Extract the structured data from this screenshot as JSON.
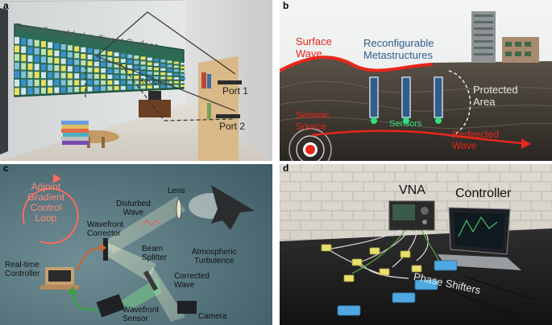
{
  "panels": {
    "a": {
      "label": "a",
      "wall_text": "Reconfigurable Intelligent Surface",
      "receiver": "Receiver",
      "port1": "Port 1",
      "port2": "Port 2"
    },
    "b": {
      "label": "b",
      "surface_wave": [
        "Surface",
        "Wave"
      ],
      "metastructures": [
        "Reconfigurable",
        "Metastructures"
      ],
      "protected_area": [
        "Protected",
        "Area"
      ],
      "seismic_source": [
        "Seismic",
        "Source"
      ],
      "sensors": "Sensors",
      "redirected_wave": [
        "Redirected",
        "Wave"
      ]
    },
    "c": {
      "label": "c",
      "loop": [
        "Adjoint",
        "Gradient",
        "Control",
        "Loop"
      ],
      "disturbed_wave": [
        "Disturbed",
        "Wave"
      ],
      "lens": "Lens",
      "wavefront_corrector": [
        "Wavefront",
        "Corrector"
      ],
      "beam_splitter": [
        "Beam",
        "Splitter"
      ],
      "atmospheric_turbulence": [
        "Atmospheric",
        "Turbulence"
      ],
      "realtime_controller": [
        "Real-time",
        "Controller"
      ],
      "corrected_wave": [
        "Corrected",
        "Wave"
      ],
      "wavefront_sensor": [
        "Wavefront",
        "Sensor"
      ],
      "camera": "Camera"
    },
    "d": {
      "label": "d",
      "vna": "VNA",
      "controller": "Controller",
      "phase_shifters": "Phase Shifters"
    }
  },
  "colors": {
    "seismic_red": "#e8261c",
    "meta_blue": "#2f5d8c",
    "sensor_green": "#2fe07a",
    "loop_red": "#ff6a5a",
    "lab_cyan": "#4fa8e0"
  }
}
